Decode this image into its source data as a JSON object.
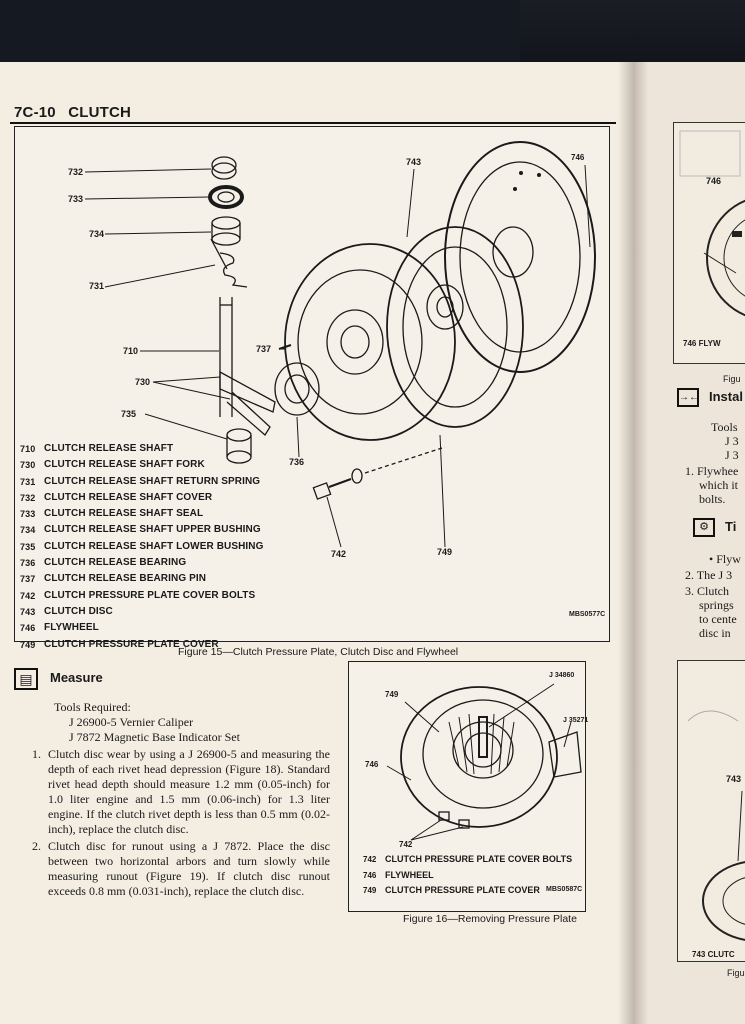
{
  "header": {
    "page": "7C-10",
    "section": "CLUTCH"
  },
  "figure15": {
    "caption": "Figure 15—Clutch Pressure Plate, Clutch Disc and Flywheel",
    "code": "MBS0577C",
    "callouts": {
      "c732": "732",
      "c733": "733",
      "c734": "734",
      "c731": "731",
      "c710": "710",
      "c737": "737",
      "c730": "730",
      "c735": "735",
      "c736": "736",
      "c743": "743",
      "c746": "746",
      "c742": "742",
      "c749": "749"
    },
    "legend": [
      {
        "num": "710",
        "label": "CLUTCH RELEASE SHAFT"
      },
      {
        "num": "730",
        "label": "CLUTCH RELEASE SHAFT FORK"
      },
      {
        "num": "731",
        "label": "CLUTCH RELEASE SHAFT RETURN SPRING"
      },
      {
        "num": "732",
        "label": "CLUTCH RELEASE SHAFT COVER"
      },
      {
        "num": "733",
        "label": "CLUTCH RELEASE SHAFT SEAL"
      },
      {
        "num": "734",
        "label": "CLUTCH RELEASE SHAFT UPPER BUSHING"
      },
      {
        "num": "735",
        "label": "CLUTCH RELEASE SHAFT LOWER BUSHING"
      },
      {
        "num": "736",
        "label": "CLUTCH RELEASE BEARING"
      },
      {
        "num": "737",
        "label": "CLUTCH RELEASE BEARING PIN"
      },
      {
        "num": "742",
        "label": "CLUTCH PRESSURE PLATE COVER BOLTS"
      },
      {
        "num": "743",
        "label": "CLUTCH DISC"
      },
      {
        "num": "746",
        "label": "FLYWHEEL"
      },
      {
        "num": "749",
        "label": "CLUTCH PRESSURE PLATE COVER"
      }
    ]
  },
  "measure": {
    "title": "Measure",
    "tools_heading": "Tools Required:",
    "tools": [
      "J 26900-5 Vernier Caliper",
      "J 7872 Magnetic Base Indicator Set"
    ],
    "steps": [
      {
        "n": "1.",
        "text": "Clutch disc wear by using a J 26900-5 and measuring the depth of each rivet head depression (Figure 18). Standard rivet head depth should measure 1.2 mm (0.05-inch) for 1.0 liter engine and 1.5 mm (0.06-inch) for 1.3 liter engine. If the clutch rivet depth is less than 0.5 mm (0.02-inch), replace the clutch disc."
      },
      {
        "n": "2.",
        "text": "Clutch disc for runout using a J 7872. Place the disc between two horizontal arbors and turn slowly while measuring runout (Figure 19). If clutch disc runout exceeds 0.8 mm (0.031-inch), replace the clutch disc."
      }
    ]
  },
  "figure16": {
    "caption": "Figure 16—Removing Pressure Plate",
    "code": "MBS0587C",
    "callouts": {
      "c749": "749",
      "cj34860": "J 34860",
      "cj35271": "J 35271",
      "c746": "746",
      "c742": "742"
    },
    "legend": [
      {
        "num": "742",
        "label": "CLUTCH PRESSURE PLATE COVER BOLTS"
      },
      {
        "num": "746",
        "label": "FLYWHEEL"
      },
      {
        "num": "749",
        "label": "CLUTCH PRESSURE PLATE COVER"
      }
    ]
  },
  "right_page": {
    "fig_label_746": "746",
    "fig_legend": "746 FLYW",
    "fig_caption": "Figu",
    "install_title": "Instal",
    "tools_word": "Tools",
    "tools_a": "J 3",
    "tools_b": "J 3",
    "step1_a": "1. Flywhee",
    "step1_b": "which it",
    "step1_c": "bolts.",
    "tighten_title": "Ti",
    "bullet": "• Flyw",
    "step2": "2. The J 3",
    "step3_a": "3. Clutch",
    "step3_b": "springs",
    "step3_c": "to cente",
    "step3_d": "disc in",
    "fig_label_743": "743",
    "fig2_legend": "743 CLUTC",
    "fig2_caption": "Figu"
  }
}
